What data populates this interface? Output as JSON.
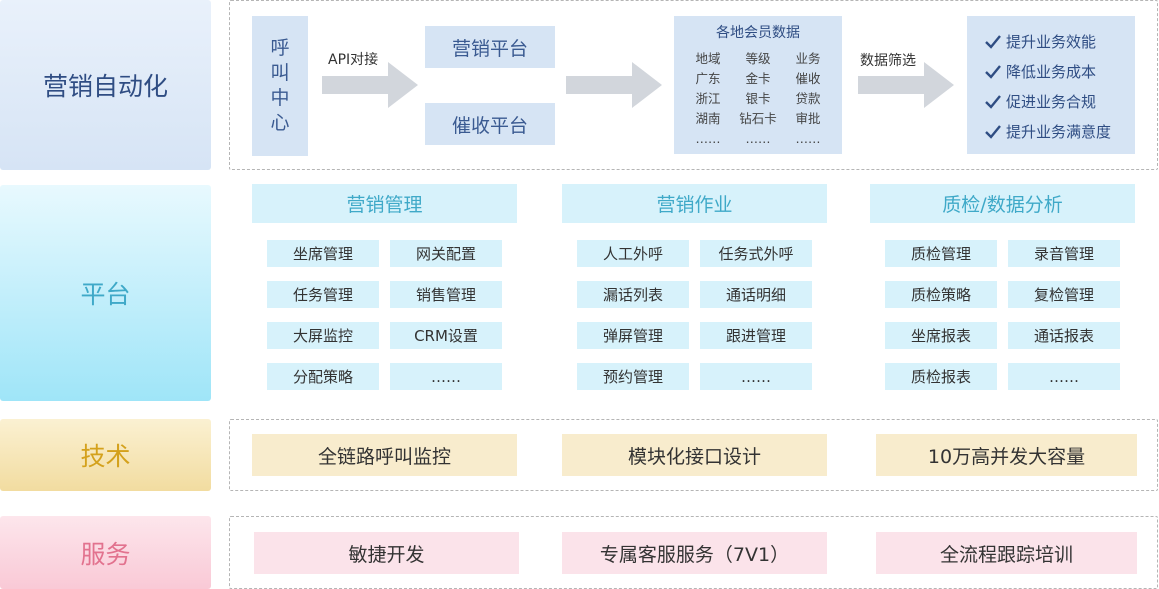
{
  "rows": {
    "marketing": "营销自动化",
    "platform": "平台",
    "tech": "技术",
    "service": "服务"
  },
  "marketing_flow": {
    "call_center": [
      "呼",
      "叫",
      "中",
      "心"
    ],
    "api_label": "API对接",
    "marketing_platform": "营销平台",
    "collection_platform": "催收平台",
    "member_data": {
      "title": "各地会员数据",
      "rows": [
        [
          "地域",
          "等级",
          "业务"
        ],
        [
          "广东",
          "金卡",
          "催收"
        ],
        [
          "浙江",
          "银卡",
          "贷款"
        ],
        [
          "湖南",
          "钻石卡",
          "审批"
        ],
        [
          "……",
          "……",
          "……"
        ]
      ]
    },
    "filter_label": "数据筛选",
    "benefits": [
      "提升业务效能",
      "降低业务成本",
      "促进业务合规",
      "提升业务满意度"
    ]
  },
  "platform": {
    "sections": [
      {
        "title": "营销管理",
        "items": [
          "坐席管理",
          "网关配置",
          "任务管理",
          "销售管理",
          "大屏监控",
          "CRM设置",
          "分配策略",
          "……"
        ]
      },
      {
        "title": "营销作业",
        "items": [
          "人工外呼",
          "任务式外呼",
          "漏话列表",
          "通话明细",
          "弹屏管理",
          "跟进管理",
          "预约管理",
          "……"
        ]
      },
      {
        "title": "质检/数据分析",
        "items": [
          "质检管理",
          "录音管理",
          "质检策略",
          "复检管理",
          "坐席报表",
          "通话报表",
          "质检报表",
          "……"
        ]
      }
    ]
  },
  "tech": [
    "全链路呼叫监控",
    "模块化接口设计",
    "10万高并发大容量"
  ],
  "service": [
    "敏捷开发",
    "专属客服服务（7V1）",
    "全流程跟踪培训"
  ],
  "colors": {
    "marketing_accent": "#2f4d83",
    "platform_accent": "#3fa9c8",
    "tech_accent": "#d4a11c",
    "service_accent": "#e2728e"
  }
}
